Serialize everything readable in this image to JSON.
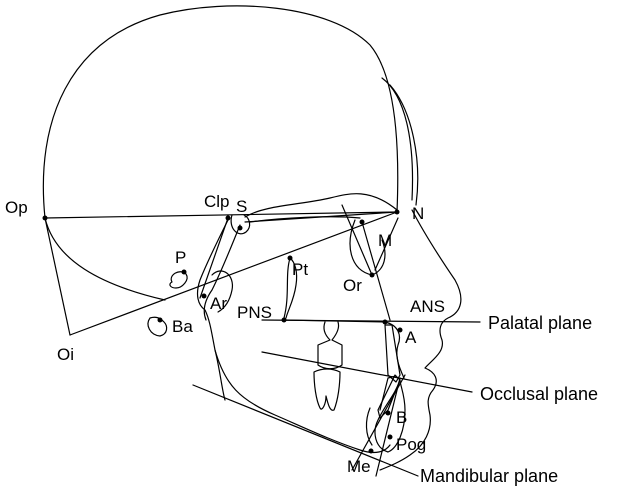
{
  "landmarks": {
    "op": "Op",
    "clp": "Clp",
    "s": "S",
    "n": "N",
    "m": "M",
    "p": "P",
    "pt": "Pt",
    "or": "Or",
    "ar": "Ar",
    "ba": "Ba",
    "pns": "PNS",
    "ans": "ANS",
    "a": "A",
    "oi": "Oi",
    "b": "B",
    "pog": "Pog",
    "me": "Me"
  },
  "planes": {
    "palatal": "Palatal plane",
    "occlusal": "Occlusal plane",
    "mandibular": "Mandibular plane"
  }
}
